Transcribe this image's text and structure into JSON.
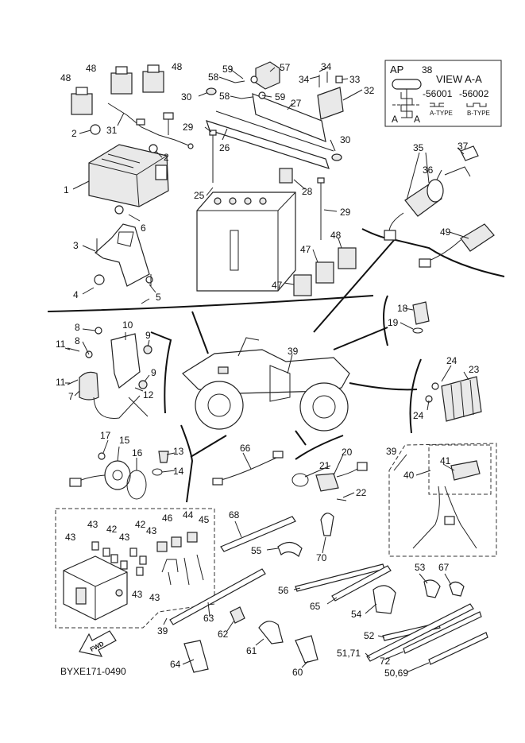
{
  "diagram_code": "BYXE171-0490",
  "view": {
    "ap": "AP",
    "ap_num": "38",
    "title": "VIEW A-A",
    "part_a": "-56001",
    "part_b": "-56002",
    "type_a": "A-TYPE",
    "type_b": "B-TYPE",
    "section_left": "A",
    "section_right": "A"
  },
  "fwd": "FWD",
  "callouts": {
    "c1": "1",
    "c2a": "2",
    "c2b": "2",
    "c3": "3",
    "c4": "4",
    "c5": "5",
    "c6": "6",
    "c7": "7",
    "c8a": "8",
    "c8b": "8",
    "c9a": "9",
    "c9b": "9",
    "c10": "10",
    "c11a": "11",
    "c11b": "11",
    "c12": "12",
    "c13": "13",
    "c14": "14",
    "c15": "15",
    "c16": "16",
    "c17": "17",
    "c18": "18",
    "c19": "19",
    "c20": "20",
    "c21": "21",
    "c22": "22",
    "c23": "23",
    "c24a": "24",
    "c24b": "24",
    "c25": "25",
    "c26": "26",
    "c27": "27",
    "c28": "28",
    "c29a": "29",
    "c29b": "29",
    "c30a": "30",
    "c30b": "30",
    "c31": "31",
    "c32": "32",
    "c33": "33",
    "c34a": "34",
    "c34b": "34",
    "c35": "35",
    "c36": "36",
    "c37": "37",
    "c39a": "39",
    "c39b": "39",
    "c39c": "39",
    "c40": "40",
    "c41": "41",
    "c42a": "42",
    "c42b": "42",
    "c43a": "43",
    "c43b": "43",
    "c43c": "43",
    "c43d": "43",
    "c43e": "43",
    "c43f": "43",
    "c44": "44",
    "c45": "45",
    "c46": "46",
    "c47a": "47",
    "c47b": "47",
    "c48a": "48",
    "c48b": "48",
    "c48c": "48",
    "c48d": "48",
    "c49": "49",
    "c50_69": "50,69",
    "c51_71": "51,71",
    "c52": "52",
    "c53": "53",
    "c54": "54",
    "c55": "55",
    "c56": "56",
    "c57": "57",
    "c58a": "58",
    "c58b": "58",
    "c59a": "59",
    "c59b": "59",
    "c60": "60",
    "c61": "61",
    "c62": "62",
    "c63": "63",
    "c64": "64",
    "c65": "65",
    "c66": "66",
    "c67": "67",
    "c68": "68",
    "c70": "70",
    "c72": "72"
  }
}
